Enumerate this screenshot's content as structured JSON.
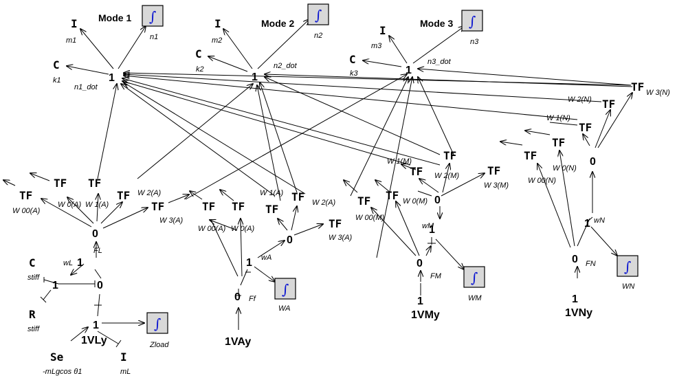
{
  "modes": [
    "Mode 1",
    "Mode 2",
    "Mode 3"
  ],
  "labels": {
    "m1": "m1",
    "n1": "n1",
    "k1": "k1",
    "n1_dot": "n1_dot",
    "m2": "m2",
    "n2": "n2",
    "k2": "k2",
    "n2_dot": "n2_dot",
    "m3": "m3",
    "n3": "n3",
    "k3": "k3",
    "n3_dot": "n3_dot",
    "W3N": "W 3(N)",
    "W2N": "W 2(N)",
    "W1N": "W 1(N)",
    "W1M": "W 1(M)",
    "W2M": "W 2(M)",
    "W3M": "W 3(M)",
    "W0M": "W 0(M)",
    "W00M": "W 00(M)",
    "W0N": "W 0(N)",
    "W00N": "W 00(N)",
    "W00A_left": "W 00(A)",
    "W0A_left": "W 0(A)",
    "W1A_left": "W 1(A)",
    "W2A_left": "W 2(A)",
    "W3A_left": "W 3(A)",
    "W00A_mid": "W 00(A)",
    "W0A_mid": "W 0(A)",
    "W1A_mid": "W 1(A)",
    "W2A_mid": "W 2(A)",
    "W3A_mid": "W 3(A)",
    "FL": "FL",
    "wL": "wL",
    "stiff_C": "stiff",
    "stiff_R": "stiff",
    "Ff": "Ff",
    "wA": "wA",
    "WA": "WA",
    "wM": "wM",
    "FM": "FM",
    "WM": "WM",
    "wN": "wN",
    "FN": "FN",
    "WN": "WN",
    "Zload": "Zload",
    "mL": "mL",
    "se_effort": "-mLgcos θ1",
    "VLy": "1VLy",
    "VAy": "1VAy",
    "VMy": "1VMy",
    "VNy": "1VNy"
  },
  "nodes": {
    "I": "I",
    "C": "C",
    "R": "R",
    "Se": "Se",
    "TF": "TF",
    "one": "1",
    "zero": "0"
  },
  "integrator_symbol": "∫"
}
